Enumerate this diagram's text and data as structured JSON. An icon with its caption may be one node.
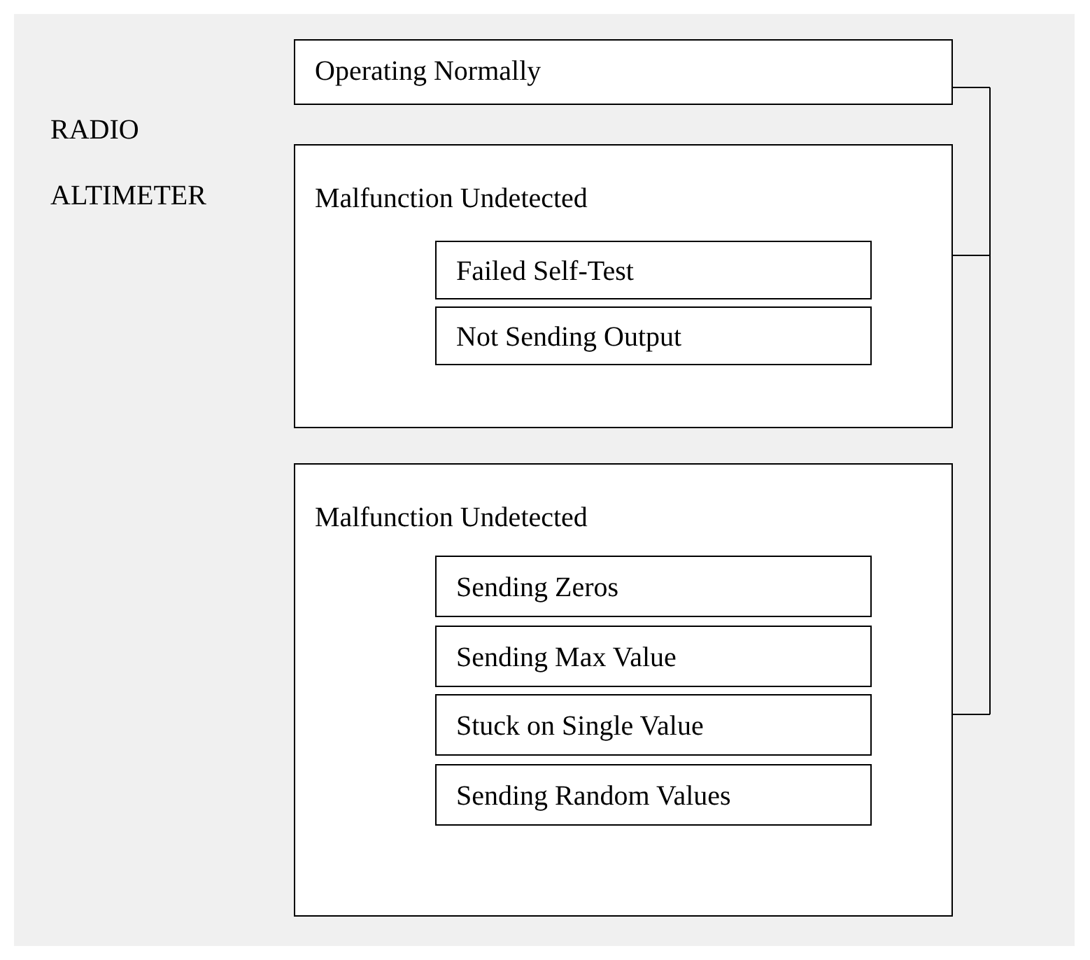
{
  "diagram": {
    "nodes": [
      {
        "text": [
          "Operating Normally"
        ]
      },
      {
        "text": [
          "Malfunction Undetected"
        ]
      },
      {
        "text": [
          "Failed Self-Test"
        ],
        "in": 1
      },
      {
        "text": [
          "Not Sending Output"
        ],
        "in": 1
      },
      {
        "text": [
          "Malfunction Undetected"
        ]
      },
      {
        "text": [
          "Sending Zeros"
        ],
        "in": 4
      },
      {
        "text": [
          "Sending Max Value"
        ],
        "in": 4
      },
      {
        "text": [
          "Stuck on Single Value"
        ],
        "in": 4
      },
      {
        "text": [
          "Sending Random Values"
        ],
        "in": 4
      }
    ],
    "labels": [
      "RADIO ALTIMETER"
    ]
  }
}
